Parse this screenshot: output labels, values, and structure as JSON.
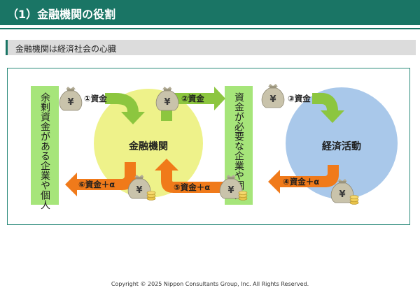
{
  "header": {
    "title": "（1）金融機関の役割"
  },
  "subheader": {
    "text": "金融機関は経済社会の心臓"
  },
  "diagram": {
    "left_box": "余剰資金がある企業や個人",
    "middle_box": "資金が必要な企業や個人",
    "bank": "金融機関",
    "economy": "経済活動",
    "yen_symbol": "¥",
    "flows": {
      "f1": "①資金",
      "f2": "②資金",
      "f3": "③資金",
      "f4": "④資金＋α",
      "f5": "⑤資金＋α",
      "f6": "⑥資金＋α"
    }
  },
  "footer": {
    "copyright": "Copyright © 2025 Nippon Consultants Group, Inc. All Rights Reserved."
  }
}
